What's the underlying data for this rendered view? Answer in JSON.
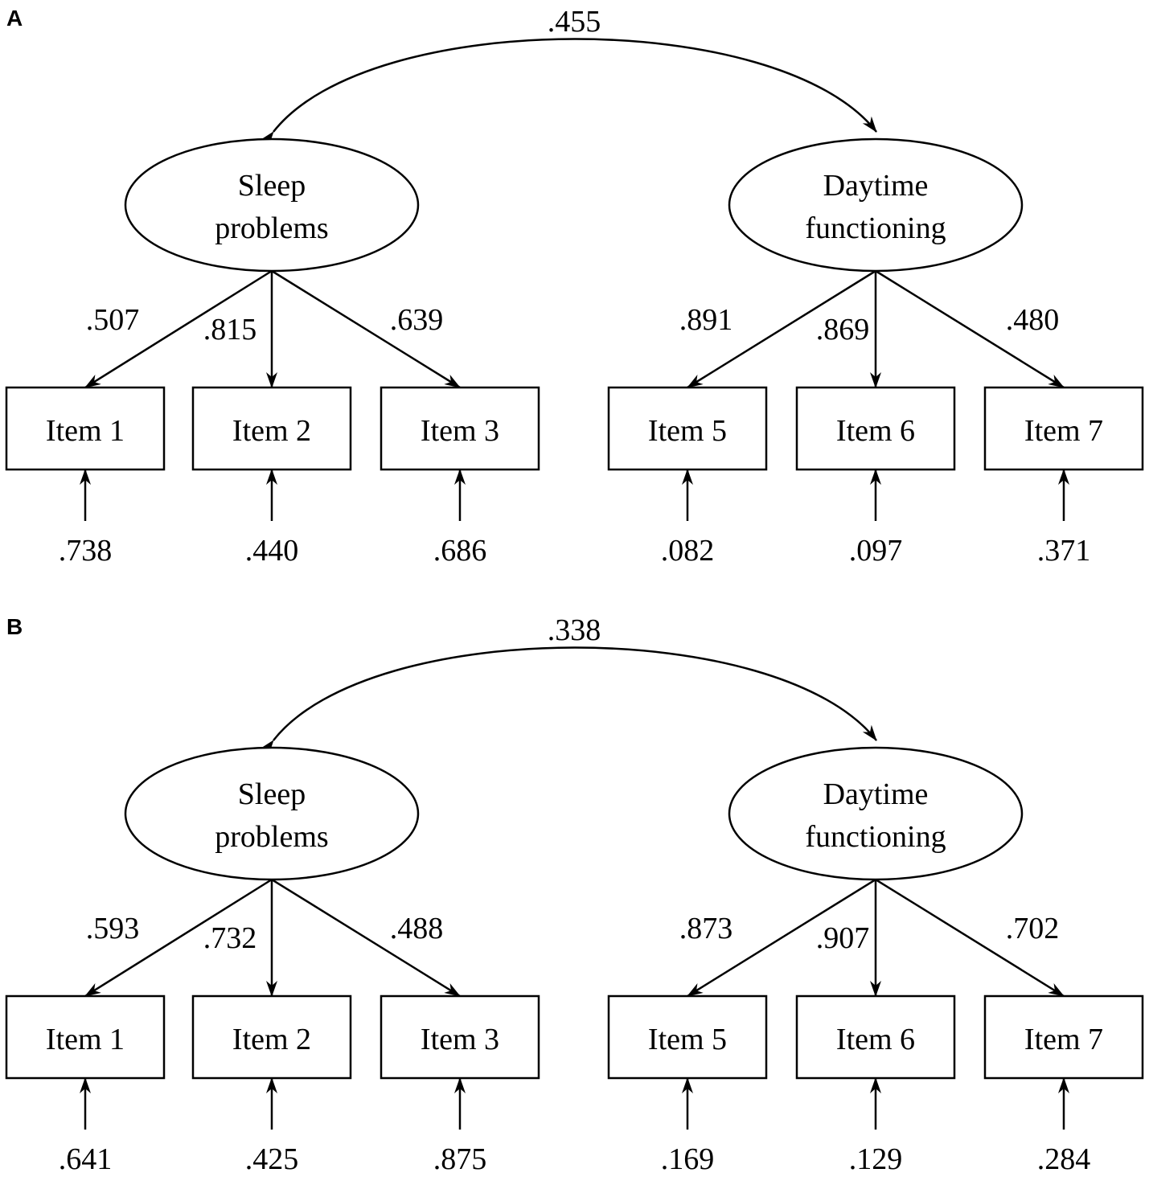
{
  "panels": [
    {
      "label": "A",
      "correlation": ".455",
      "factors": [
        {
          "label_lines": [
            "Sleep",
            "problems"
          ],
          "items": [
            {
              "label": "Item 1",
              "loading": ".507",
              "error": ".738"
            },
            {
              "label": "Item 2",
              "loading": ".815",
              "error": ".440"
            },
            {
              "label": "Item 3",
              "loading": ".639",
              "error": ".686"
            }
          ]
        },
        {
          "label_lines": [
            "Daytime",
            "functioning"
          ],
          "items": [
            {
              "label": "Item 5",
              "loading": ".891",
              "error": ".082"
            },
            {
              "label": "Item 6",
              "loading": ".869",
              "error": ".097"
            },
            {
              "label": "Item 7",
              "loading": ".480",
              "error": ".371"
            }
          ]
        }
      ]
    },
    {
      "label": "B",
      "correlation": ".338",
      "factors": [
        {
          "label_lines": [
            "Sleep",
            "problems"
          ],
          "items": [
            {
              "label": "Item 1",
              "loading": ".593",
              "error": ".641"
            },
            {
              "label": "Item 2",
              "loading": ".732",
              "error": ".425"
            },
            {
              "label": "Item 3",
              "loading": ".488",
              "error": ".875"
            }
          ]
        },
        {
          "label_lines": [
            "Daytime",
            "functioning"
          ],
          "items": [
            {
              "label": "Item 5",
              "loading": ".873",
              "error": ".169"
            },
            {
              "label": "Item 6",
              "loading": ".907",
              "error": ".129"
            },
            {
              "label": "Item 7",
              "loading": ".702",
              "error": ".284"
            }
          ]
        }
      ]
    }
  ]
}
